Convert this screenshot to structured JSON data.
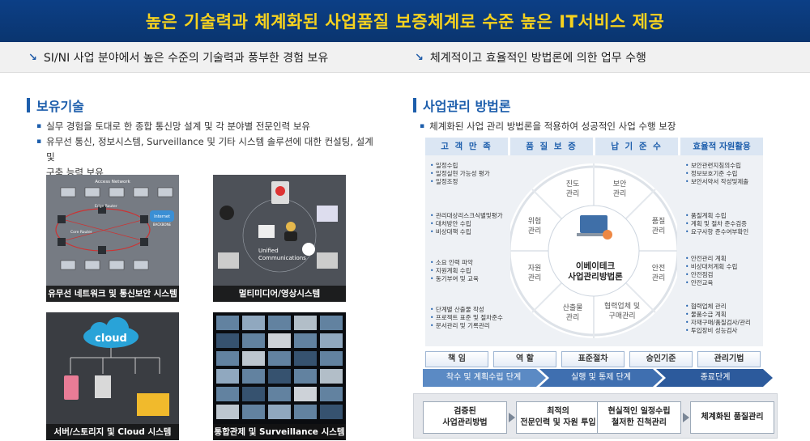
{
  "banner": {
    "title": "높은 기술력과 체계화된 사업품질 보증체계로 수준 높은 IT서비스 제공"
  },
  "subbar": {
    "left": "SI/NI 사업 분야에서 높은 수준의 기술력과 풍부한 경험 보유",
    "right": "체계적이고 효율적인 방법론에 의한 업무 수행"
  },
  "left": {
    "title": "보유기술",
    "bullets": [
      "실무 경험을 토대로 한 종합 통신망 설계 및 각 분야별 전문인력 보유",
      "유무선 통신, 정보시스템, Surveillance 및 기타 시스템 솔루션에 대한 컨설팅, 설계 및",
      "구축 능력 보유"
    ],
    "images": [
      {
        "caption": "유무선 네트워크 및 통신보안 시스템",
        "labels": [
          "Access Network",
          "Edge Router",
          "Core Router",
          "Internet",
          "BACKBONE"
        ]
      },
      {
        "caption": "멀티미디어/영상시스템",
        "labels": [
          "Unified",
          "Communications"
        ]
      },
      {
        "caption": "서버/스토리지 및 Cloud 시스템",
        "labels": [
          "cloud"
        ]
      },
      {
        "caption": "통합관제 및 Surveillance 시스템"
      }
    ]
  },
  "right": {
    "title": "사업관리 방법론",
    "bullet": "체계화된 사업 관리 방법론을 적용하여 성공적인 사업 수행 보장",
    "heads": [
      "고 객 만 족",
      "품 질 보 증",
      "납 기 준 수",
      "효율적 자원활용"
    ],
    "center": [
      "이베이테크",
      "사업관리방법론"
    ],
    "segments": [
      "진도\n관리",
      "보안\n관리",
      "품질\n관리",
      "안전\n관리",
      "협력업체 및\n구매관리",
      "산출물\n관리",
      "자원\n관리",
      "위험\n관리"
    ],
    "left_lists": [
      [
        "일정수립",
        "일정실현 가능성 평가",
        "일정조정"
      ],
      [
        "관리대상리스크식별및평가",
        "대처방안 수립",
        "비상대책 수립"
      ],
      [
        "소요 인력 파악",
        "지원계획 수립",
        "동기부여 및 교육"
      ],
      [
        "단계별 산출물 작성",
        "프로젝트 표준 및 절차준수",
        "문서관리 및 기록관리"
      ]
    ],
    "right_lists": [
      [
        "보안관련지침의수립",
        "정보보호기준 수립",
        "보안서약서 작성및제출"
      ],
      [
        "품질계획 수립",
        "계획 및 절차 준수검증",
        "요구사항 준수여부확인"
      ],
      [
        "안전관리 계획",
        "비상대처계획 수립",
        "안전점검",
        "안전교육"
      ],
      [
        "협력업체 관리",
        "물품수급 계획",
        "자재구매/품질검사/관리",
        "투입장비 성능검사"
      ]
    ],
    "tags": [
      "책 임",
      "역 할",
      "표준절차",
      "승인기준",
      "관리기법"
    ],
    "phases": [
      "착수 및 계획수립 단계",
      "실행 및 통제 단계",
      "종료단계"
    ],
    "outcomes": [
      "검증된\n사업관리방법",
      "최적의\n전문인력 및 자원 투입",
      "현실적인 일정수립\n철저한 진척관리",
      "체계화된 품질관리"
    ]
  },
  "colors": {
    "banner": "#0c3f86",
    "accent": "#f7d21e",
    "blue": "#1d5eac"
  }
}
